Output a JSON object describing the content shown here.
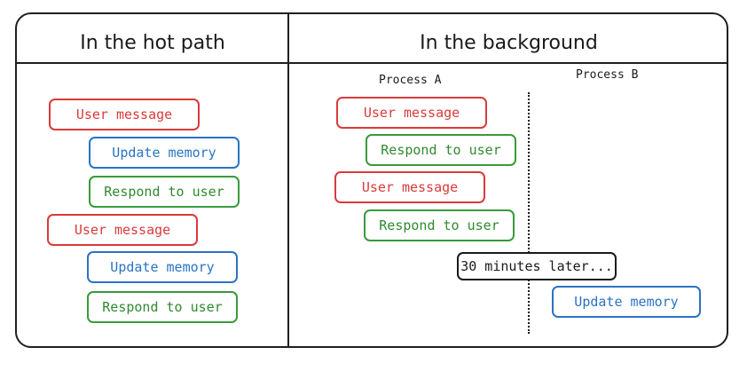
{
  "left": {
    "title": "In the hot path",
    "boxes": [
      {
        "label": "User message",
        "kind": "red"
      },
      {
        "label": "Update memory",
        "kind": "blue"
      },
      {
        "label": "Respond to user",
        "kind": "green"
      },
      {
        "label": "User message",
        "kind": "red"
      },
      {
        "label": "Update memory",
        "kind": "blue"
      },
      {
        "label": "Respond to user",
        "kind": "green"
      }
    ]
  },
  "right": {
    "title": "In the background",
    "process_a": "Process A",
    "process_b": "Process B",
    "boxes": [
      {
        "label": "User message",
        "kind": "red"
      },
      {
        "label": "Respond to user",
        "kind": "green"
      },
      {
        "label": "User message",
        "kind": "red"
      },
      {
        "label": "Respond to user",
        "kind": "green"
      },
      {
        "label": "30 minutes later...",
        "kind": "black"
      },
      {
        "label": "Update memory",
        "kind": "blue"
      }
    ]
  },
  "colors": {
    "red": "#d93a3a",
    "blue": "#2a73c4",
    "green": "#3a9a3a",
    "black": "#1a1a1a"
  }
}
